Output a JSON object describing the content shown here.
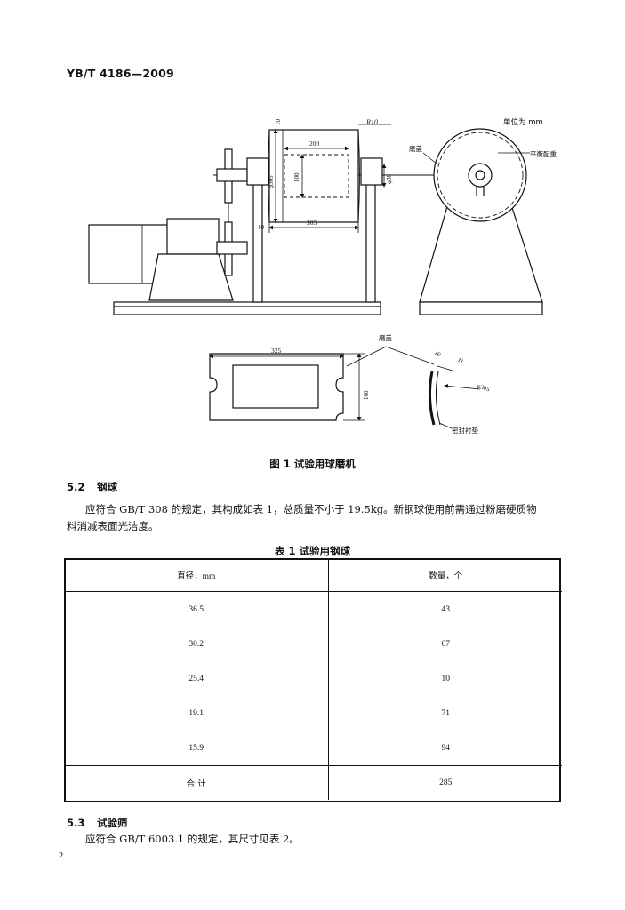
{
  "header": {
    "standard_code": "YB/T 4186—2009"
  },
  "figure1": {
    "unit_note": "单位为 mm",
    "labels": {
      "radius": "R10",
      "top_tick": "10",
      "dim_200": "200",
      "dim_100": "100",
      "dia_305": "φ305",
      "dia_38": "φ38",
      "left_tick": "10",
      "dim_305": "305",
      "lid": "磨盖",
      "counterweight": "平衡配重",
      "dim_325": "325",
      "dim_160": "160",
      "lid_detail": "磨盖",
      "dim_10": "10",
      "dim_11": "11",
      "dia_305b": "φ305",
      "seal": "密封衬垫"
    },
    "caption": "图 1   试验用球磨机"
  },
  "section_5_2": {
    "number": "5.2",
    "title": "钢球",
    "line1": "应符合 GB/T 308 的规定，其构成如表 1，总质量不小于 19.5kg。新钢球使用前需通过粉磨硬质物",
    "line2": "料消减表面光洁度。"
  },
  "table1": {
    "caption": "表 1   试验用钢球",
    "headers": [
      "直径，mm",
      "数量，个"
    ],
    "rows": [
      [
        "36.5",
        "43"
      ],
      [
        "30.2",
        "67"
      ],
      [
        "25.4",
        "10"
      ],
      [
        "19.1",
        "71"
      ],
      [
        "15.9",
        "94"
      ]
    ],
    "total_label": "合   计",
    "total_value": "285"
  },
  "section_5_3": {
    "number": "5.3",
    "title": "试验筛",
    "line1": "应符合 GB/T 6003.1 的规定，其尺寸见表 2。"
  },
  "footer": {
    "page_number": "2"
  }
}
